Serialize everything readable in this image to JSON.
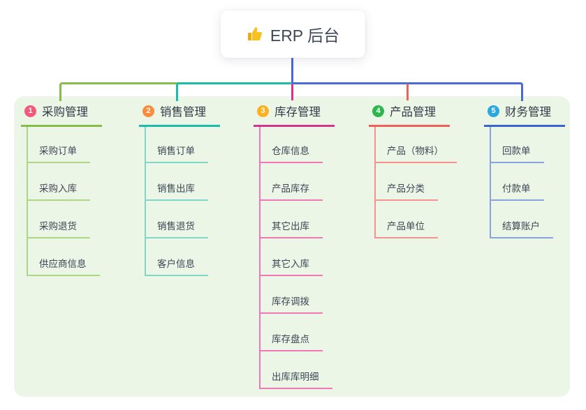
{
  "root": {
    "label": "ERP 后台",
    "icon": "thumbs-up-icon",
    "icon_color": "#f7c21d",
    "connector_color": "#4a69d9",
    "text_color": "#3c4858"
  },
  "canvas": {
    "page_bg": "#ffffff",
    "panel_bg": "#ebf6e7"
  },
  "branches": [
    {
      "index": "1",
      "label": "采购管理",
      "badge_color": "#f4597b",
      "line_color": "#85bd4b",
      "child_line_color": "#aed581",
      "children": [
        "采购订单",
        "采购入库",
        "采购退货",
        "供应商信息"
      ]
    },
    {
      "index": "2",
      "label": "销售管理",
      "badge_color": "#fb8c3c",
      "line_color": "#1cbcab",
      "child_line_color": "#7fd6c9",
      "children": [
        "销售订单",
        "销售出库",
        "销售退货",
        "客户信息"
      ]
    },
    {
      "index": "3",
      "label": "库存管理",
      "badge_color": "#fcb022",
      "line_color": "#d6358e",
      "child_line_color": "#f277b6",
      "children": [
        "仓库信息",
        "产品库存",
        "其它出库",
        "其它入库",
        "库存调拨",
        "库存盘点",
        "出库库明细"
      ]
    },
    {
      "index": "4",
      "label": "产品管理",
      "badge_color": "#2db54e",
      "line_color": "#f25e5e",
      "child_line_color": "#f79090",
      "children": [
        "产品（物料）",
        "产品分类",
        "产品单位"
      ]
    },
    {
      "index": "5",
      "label": "财务管理",
      "badge_color": "#2aa7e0",
      "line_color": "#3a66cc",
      "child_line_color": "#8aa2dd",
      "children": [
        "回款单",
        "付款单",
        "结算账户"
      ]
    }
  ]
}
